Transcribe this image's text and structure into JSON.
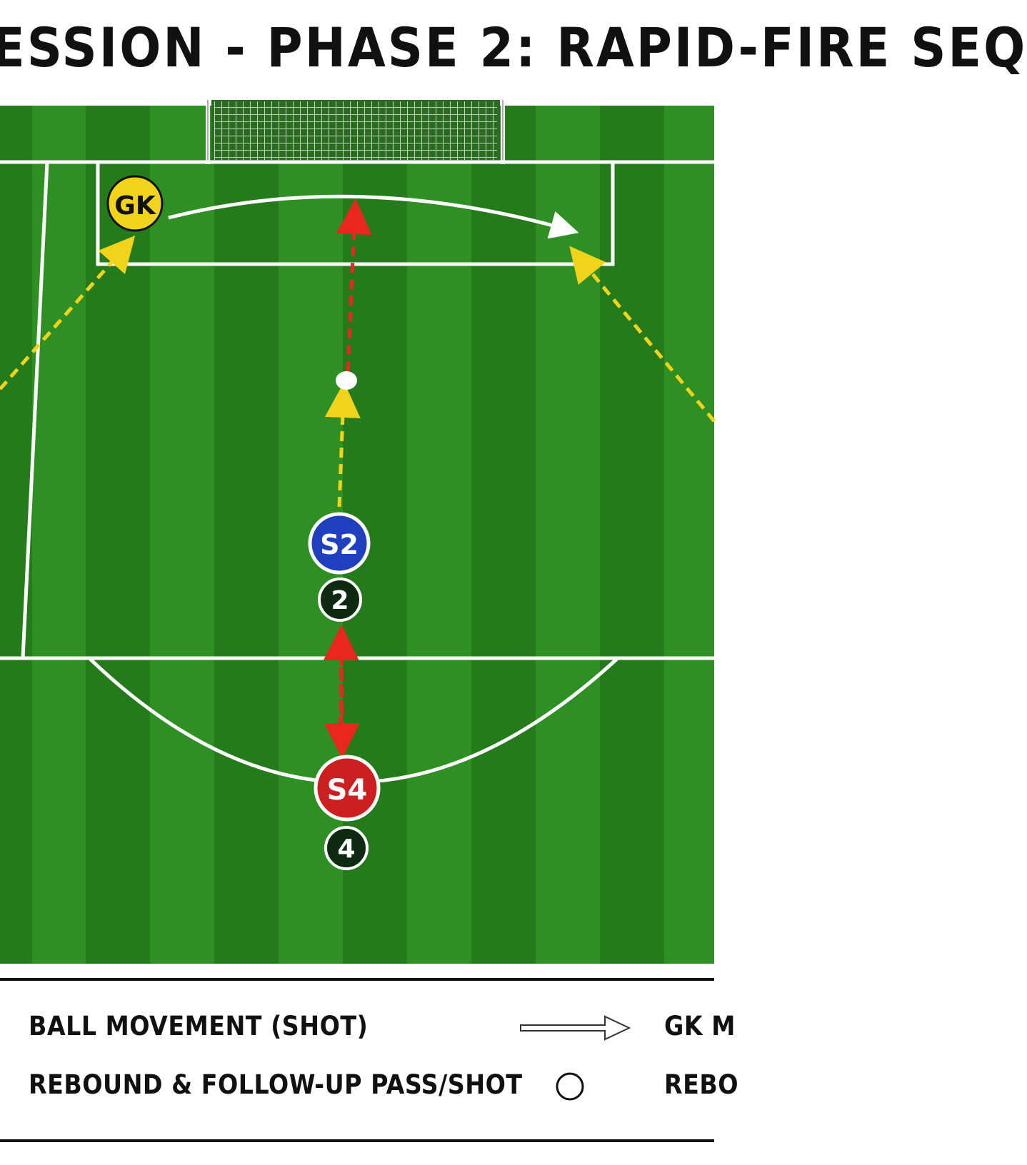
{
  "title": "ESSION - PHASE 2: RAPID-FIRE SEQ",
  "colors": {
    "pitch_light": "#2e8f22",
    "pitch_dark": "#257a1b",
    "line": "#ffffff",
    "gk": "#f2d31b",
    "s2": "#1e3fbf",
    "s4": "#cc1f1f",
    "badge": "#0e2a10",
    "shot_arrow": "#e8281e",
    "pass_arrow": "#f2d31b",
    "gk_arrow": "#ffffff"
  },
  "players": {
    "gk": {
      "label": "GK"
    },
    "s2": {
      "label": "S2",
      "number": "2"
    },
    "s4": {
      "label": "S4",
      "number": "4"
    }
  },
  "legend": {
    "row1_left": "BALL MOVEMENT (SHOT)",
    "row1_right": "GK M",
    "row2_left": "REBOUND & FOLLOW-UP PASS/SHOT",
    "row2_right": "REBO",
    "row1_icon": "hollow-arrow-icon",
    "row2_icon": "hollow-circle-icon"
  }
}
